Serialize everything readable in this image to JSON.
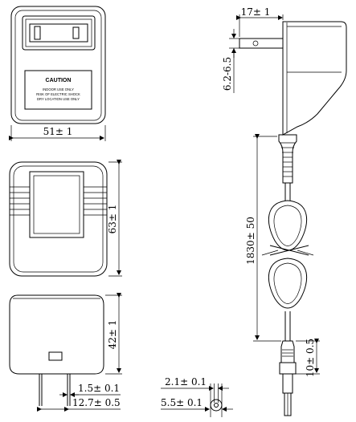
{
  "label": {
    "caution_title": "CAUTION",
    "caution_line1": "INDOOR USE ONLY",
    "caution_line2": "RISK OF ELECTRIC SHOCK",
    "caution_line3": "DRY LOCATION USE ONLY"
  },
  "dimensions": {
    "width": "51± 1",
    "height": "63± 1",
    "depth": "42± 1",
    "blade_length": "17± 1",
    "blade_thickness": "6.2-6.5",
    "cord_length": "1830± 50",
    "plug_length": "10± 0.5",
    "blade_width": "1.5± 0.1",
    "blade_spacing": "12.7± 0.5",
    "pin_diameter": "2.1± 0.1",
    "plug_diameter": "5.5± 0.1"
  }
}
